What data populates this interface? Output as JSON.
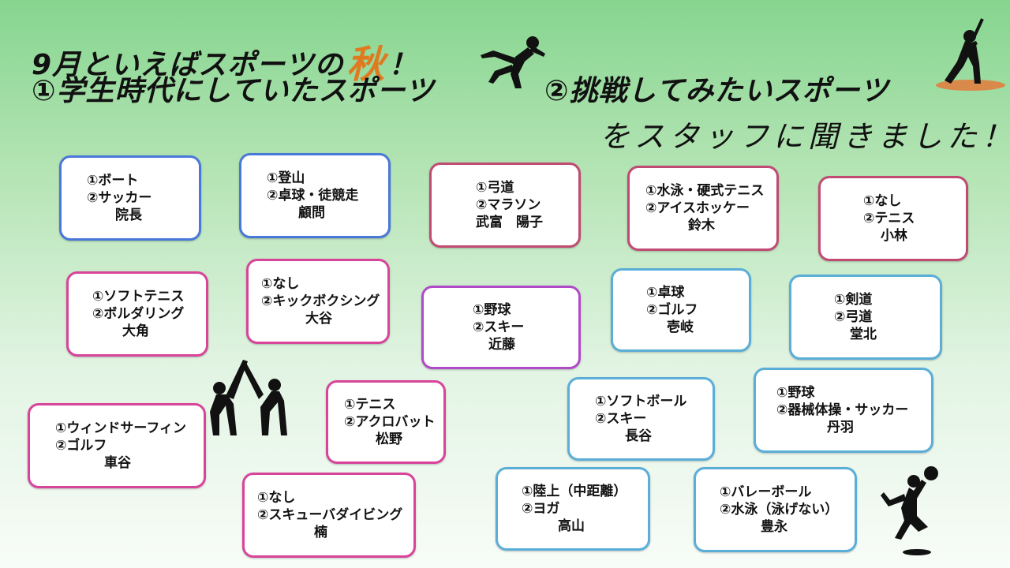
{
  "header": {
    "line1_pre": "9月といえばスポーツの",
    "line1_aki": "秋",
    "line1_post": "！",
    "line2_q1": "①学生時代にしていたスポーツ",
    "line2_q2": "②挑戦してみたいスポーツ",
    "line3": "をスタッフに聞きました！"
  },
  "cards": [
    {
      "l1": "①ボート",
      "l2": "②サッカー",
      "name": "院長"
    },
    {
      "l1": "①登山",
      "l2": "②卓球・徒競走",
      "name": "顧問"
    },
    {
      "l1": "①弓道",
      "l2": "②マラソン",
      "name": "武富　陽子"
    },
    {
      "l1": "①水泳・硬式テニス",
      "l2": "②アイスホッケー",
      "name": "鈴木"
    },
    {
      "l1": "①なし",
      "l2": "②テニス",
      "name": "小林"
    },
    {
      "l1": "①ソフトテニス",
      "l2": "②ボルダリング",
      "name": "大角"
    },
    {
      "l1": "①なし",
      "l2": "②キックボクシング",
      "name": "大谷"
    },
    {
      "l1": "①野球",
      "l2": "②スキー",
      "name": "近藤"
    },
    {
      "l1": "①卓球",
      "l2": "②ゴルフ",
      "name": "壱岐"
    },
    {
      "l1": "①剣道",
      "l2": "②弓道",
      "name": "堂北"
    },
    {
      "l1": "①ウィンドサーフィン",
      "l2": "②ゴルフ",
      "name": "車谷"
    },
    {
      "l1": "①テニス",
      "l2": "②アクロバット",
      "name": "松野"
    },
    {
      "l1": "①ソフトボール",
      "l2": "②スキー",
      "name": "長谷"
    },
    {
      "l1": "①野球",
      "l2": "②器械体操・サッカー",
      "name": "丹羽"
    },
    {
      "l1": "①なし",
      "l2": "②スキューバダイビング",
      "name": "楠"
    },
    {
      "l1": "①陸上（中距離）",
      "l2": "②ヨガ",
      "name": "高山"
    },
    {
      "l1": "①バレーボール",
      "l2": "②水泳（泳げない）",
      "name": "豊永"
    }
  ],
  "colors": {
    "blue": "#4a78d8",
    "rose": "#c04a72",
    "pink": "#d8449a",
    "purple": "#b04ac8",
    "sky": "#5aaed8",
    "aki": "#e07a20"
  },
  "icons": [
    "kicking-silhouette-icon",
    "baseball-batter-icon",
    "martial-arts-pair-icon",
    "basketball-player-icon"
  ]
}
